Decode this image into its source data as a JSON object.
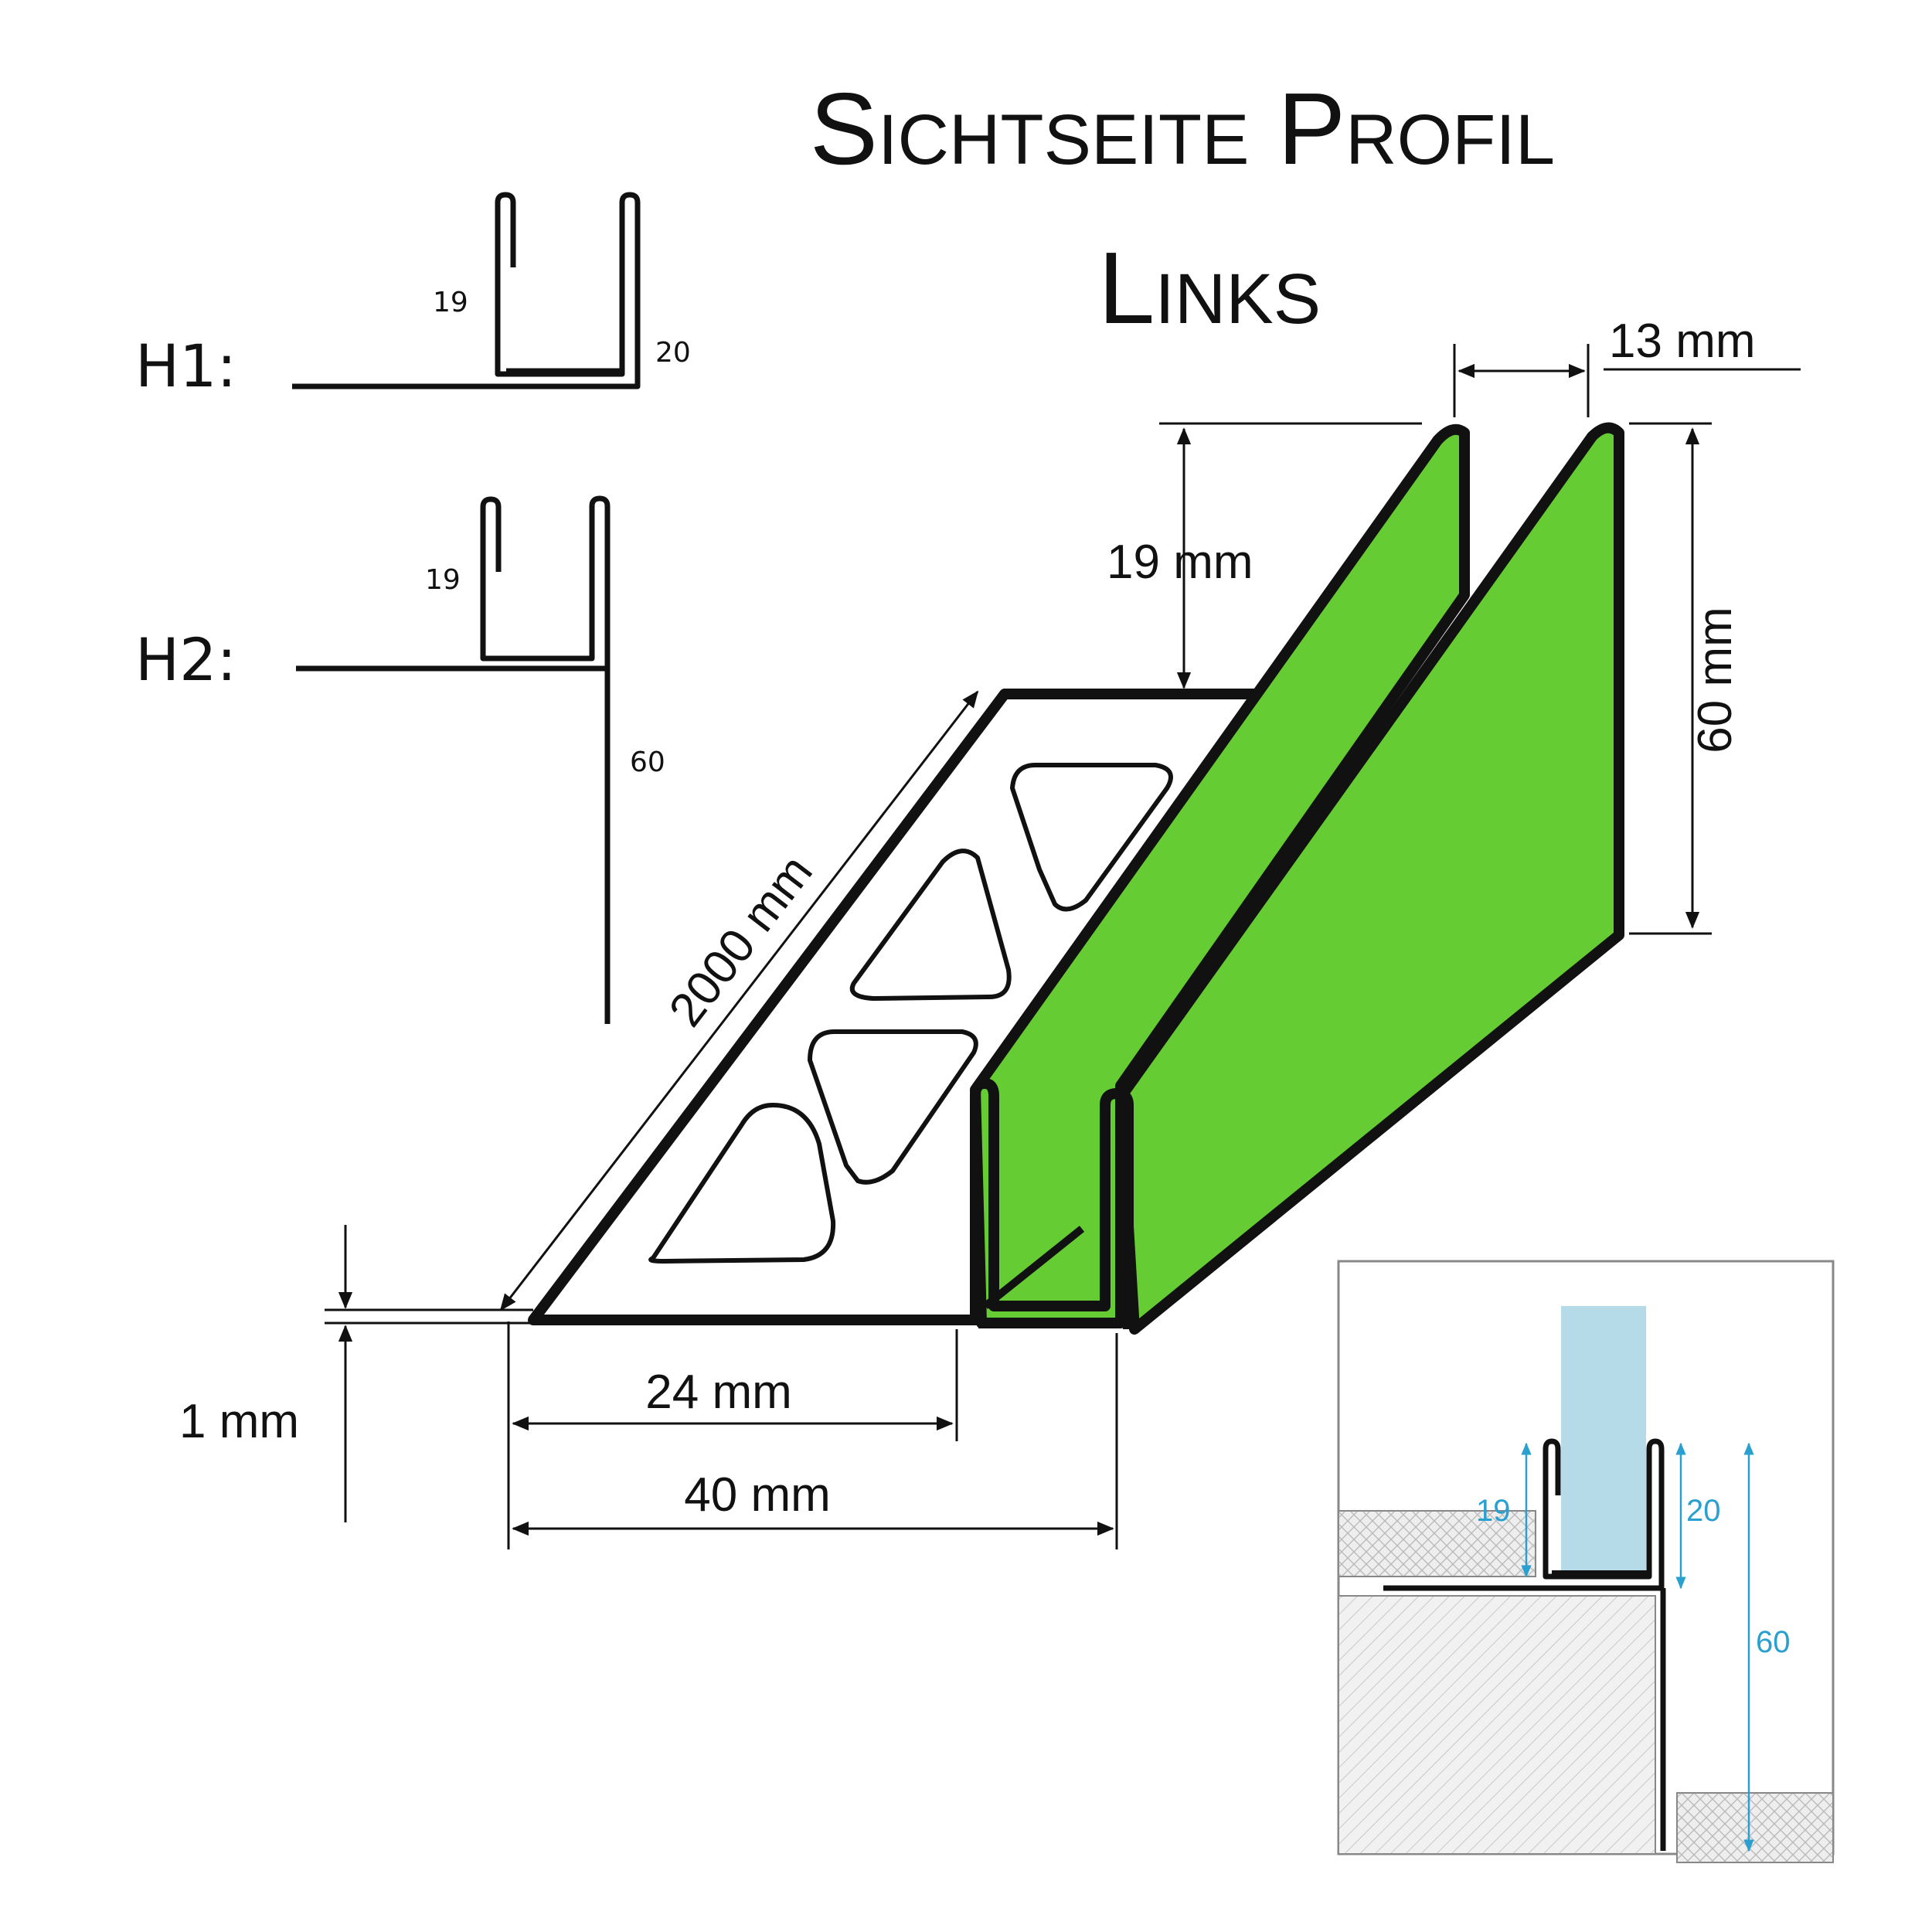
{
  "title": {
    "line1": "Sichtseite Profil",
    "line2": "Links"
  },
  "sections": {
    "h1": {
      "label": "H1:",
      "dim_a": "19",
      "dim_b": "20"
    },
    "h2": {
      "label": "H2:",
      "dim_a": "19",
      "dim_b": "60"
    }
  },
  "dimensions": {
    "width_top": "13 mm",
    "height_inner": "19 mm",
    "height_total": "60 mm",
    "length": "2000 mm",
    "thickness": "1 mm",
    "width_inner": "24 mm",
    "width_total": "40 mm"
  },
  "inset": {
    "dim_19": "19",
    "dim_20": "20",
    "dim_60": "60"
  },
  "colors": {
    "profile_face": "#66cc33",
    "glass": "#b5dbe9",
    "dimension_inset": "#2aa0d0",
    "outline": "#111111"
  }
}
